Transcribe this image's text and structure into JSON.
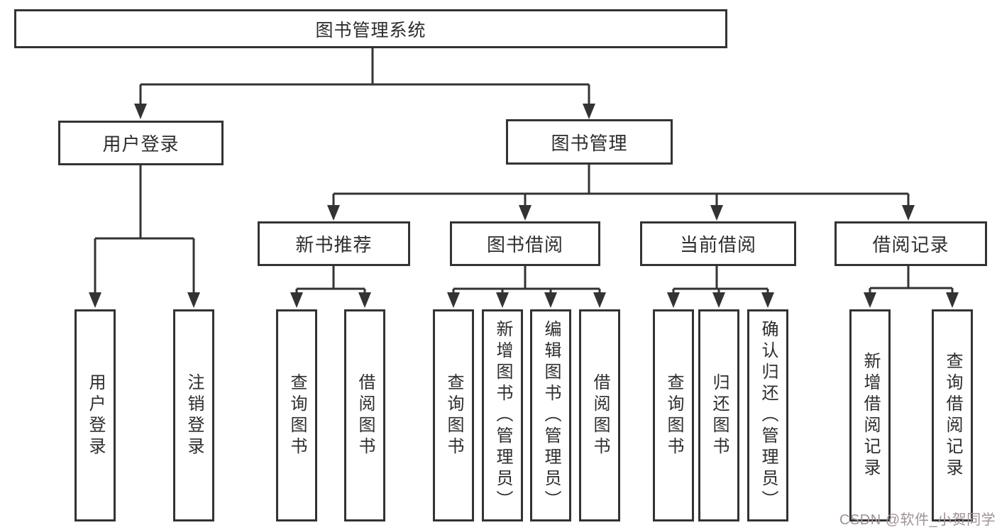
{
  "colors": {
    "line": "#333333",
    "text": "#2d2d2d",
    "canvas": "#ffffff",
    "watermark": "#9e9296"
  },
  "diagram": {
    "tree": {
      "label": "图书管理系统",
      "children": [
        {
          "label": "用户登录",
          "children": [
            {
              "label": "用户登录"
            },
            {
              "label": "注销登录"
            }
          ]
        },
        {
          "label": "图书管理",
          "children": [
            {
              "label": "新书推荐",
              "children": [
                {
                  "label": "查询图书"
                },
                {
                  "label": "借阅图书"
                }
              ]
            },
            {
              "label": "图书借阅",
              "children": [
                {
                  "label": "查询图书"
                },
                {
                  "label": "新增图书（管理员）"
                },
                {
                  "label": "编辑图书（管理员）"
                },
                {
                  "label": "借阅图书"
                }
              ]
            },
            {
              "label": "当前借阅",
              "children": [
                {
                  "label": "查询图书"
                },
                {
                  "label": "归还图书"
                },
                {
                  "label": "确认归还（管理员）"
                }
              ]
            },
            {
              "label": "借阅记录",
              "children": [
                {
                  "label": "新增借阅记录"
                },
                {
                  "label": "查询借阅记录"
                }
              ]
            }
          ]
        }
      ]
    }
  },
  "watermark": {
    "text": "CSDN @软件_小贺同学"
  }
}
